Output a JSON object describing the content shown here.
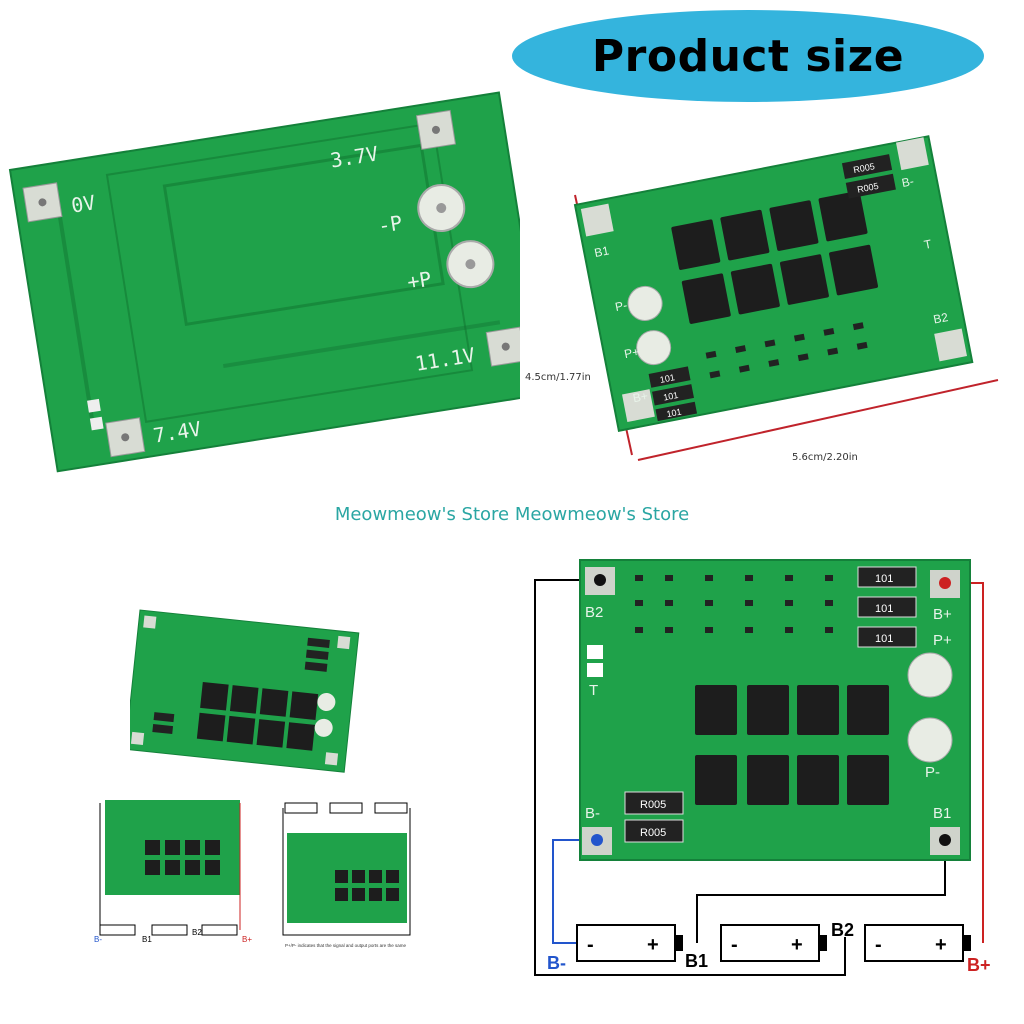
{
  "banner": {
    "title": "Product size"
  },
  "watermark": {
    "store_text": "Meowmeow's Store Meowmeow's Store"
  },
  "back_board": {
    "labels": {
      "v37": "3.7V",
      "v0": "0V",
      "pm": "-P",
      "pp": "+P",
      "v111": "11.1V",
      "v74": "7.4V"
    }
  },
  "front_board": {
    "labels": {
      "bm": "B-",
      "b1": "B1",
      "b2": "B2",
      "pm": "P-",
      "pp": "P+",
      "bp": "B+",
      "t": "T"
    },
    "resistors": [
      "R005",
      "R005",
      "101",
      "101",
      "101"
    ]
  },
  "dimensions": {
    "height": "4.5cm/1.77in",
    "width": "5.6cm/2.20in"
  },
  "wiring": {
    "labels": {
      "b2": "B2",
      "bp": "B+",
      "pp": "P+",
      "t": "T",
      "pm": "P-",
      "bm": "B-",
      "b1": "B1"
    },
    "resistors": [
      "101",
      "101",
      "101",
      "R005",
      "R005"
    ],
    "cells": [
      {
        "minus": "-",
        "plus": "+"
      },
      {
        "minus": "-",
        "plus": "+"
      },
      {
        "minus": "-",
        "plus": "+"
      }
    ],
    "terminals": {
      "bm": "B-",
      "b1": "B1",
      "b2": "B2",
      "bp": "B+"
    }
  },
  "thumbnails": {
    "caption": "P+/P- indicates that the signal and output ports are the same"
  },
  "colors": {
    "pcb": "#1fa24a",
    "pcb_dark": "#178a3c",
    "banner": "#34b4dd",
    "store_text": "#2aa6a3",
    "wire_red": "#cc2222",
    "wire_blue": "#2255cc"
  }
}
